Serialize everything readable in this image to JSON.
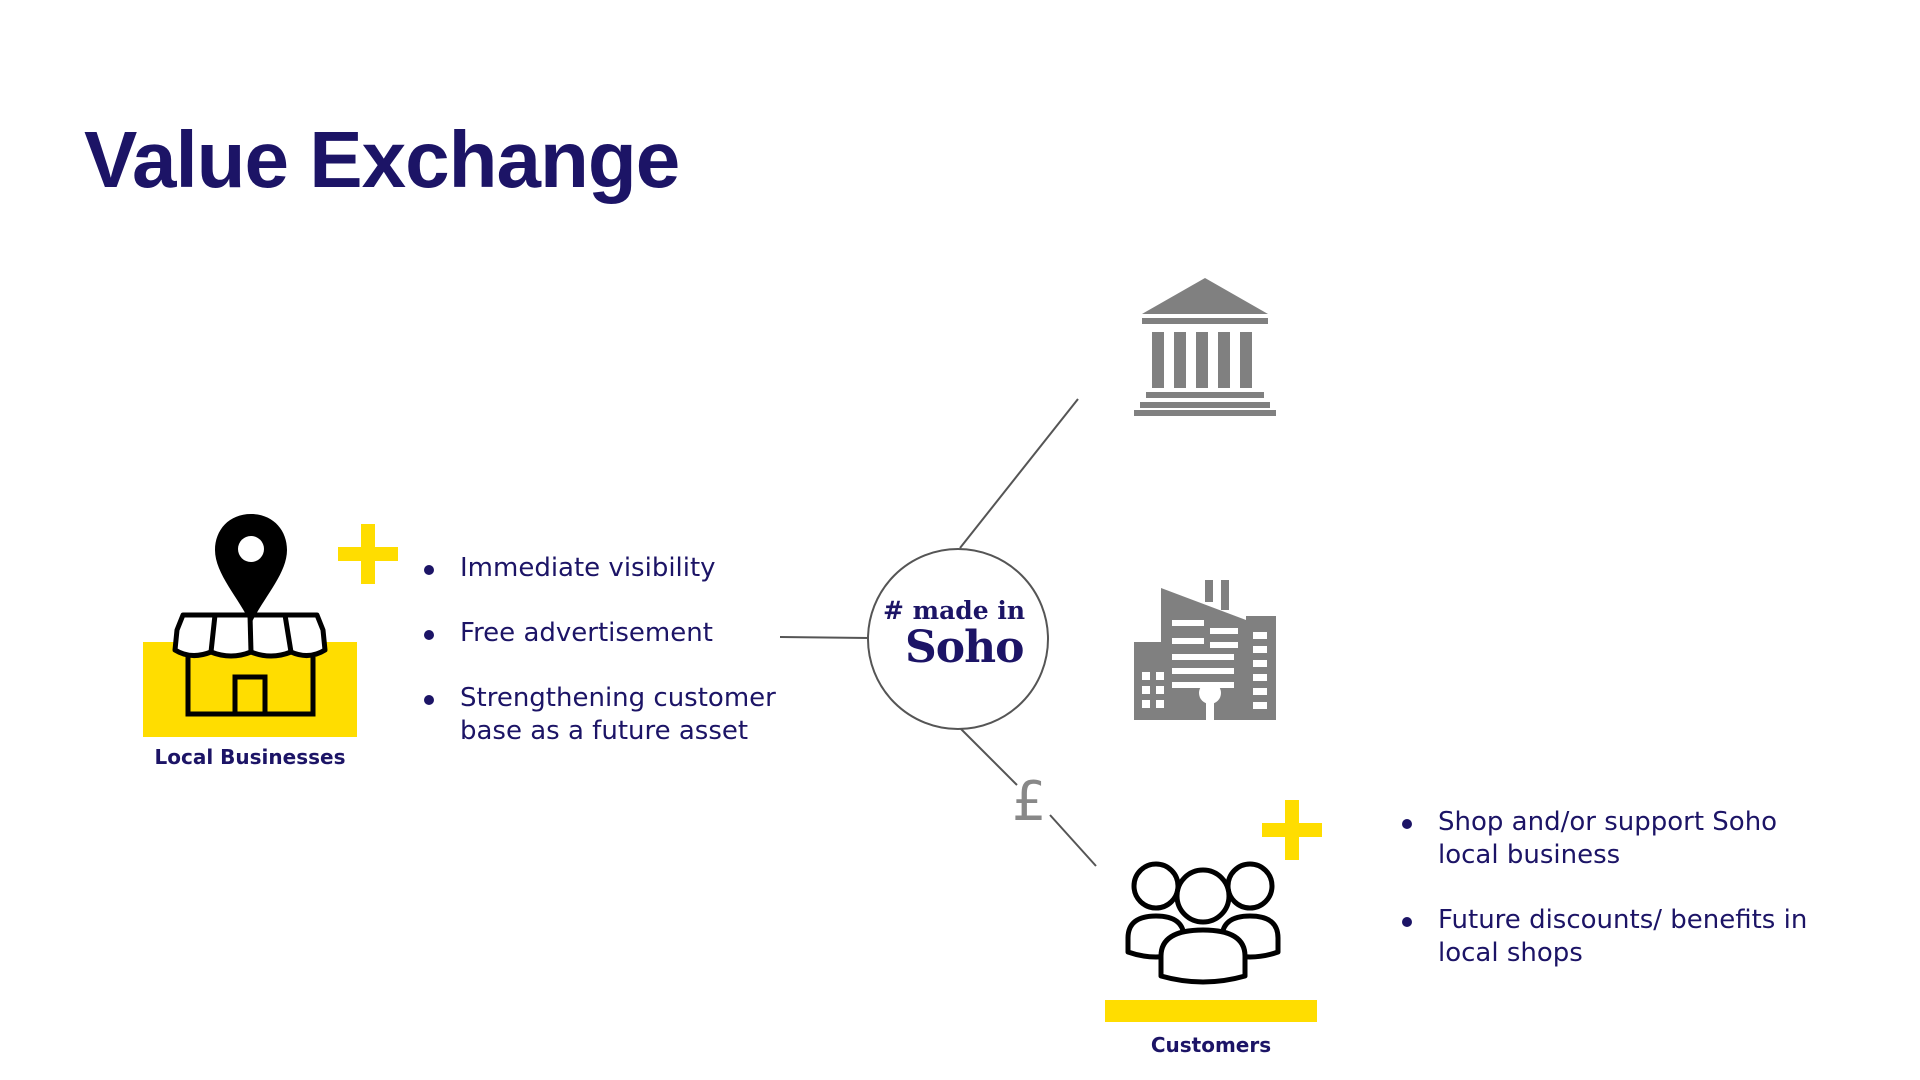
{
  "title": "Value Exchange",
  "hub": {
    "line1": "# made in",
    "line2": "Soho"
  },
  "local_businesses": {
    "label": "Local Businesses",
    "benefits": [
      "Immediate visibility",
      "Free advertisement",
      "Strengthening customer base as a future asset"
    ]
  },
  "customers": {
    "label": "Customers",
    "benefits": [
      "Shop and/or support Soho local business",
      "Future discounts/ benefits in local shops"
    ]
  },
  "exchange_symbol": "£",
  "icons": {
    "shop": "shop-with-map-pin-icon",
    "government": "government-building-icon",
    "office": "office-building-icon",
    "customers": "people-group-icon",
    "plus": "plus-icon"
  },
  "colors": {
    "primary": "#1c1466",
    "accent": "#ffdd00",
    "icon_gray": "#808080",
    "line": "#555555"
  }
}
